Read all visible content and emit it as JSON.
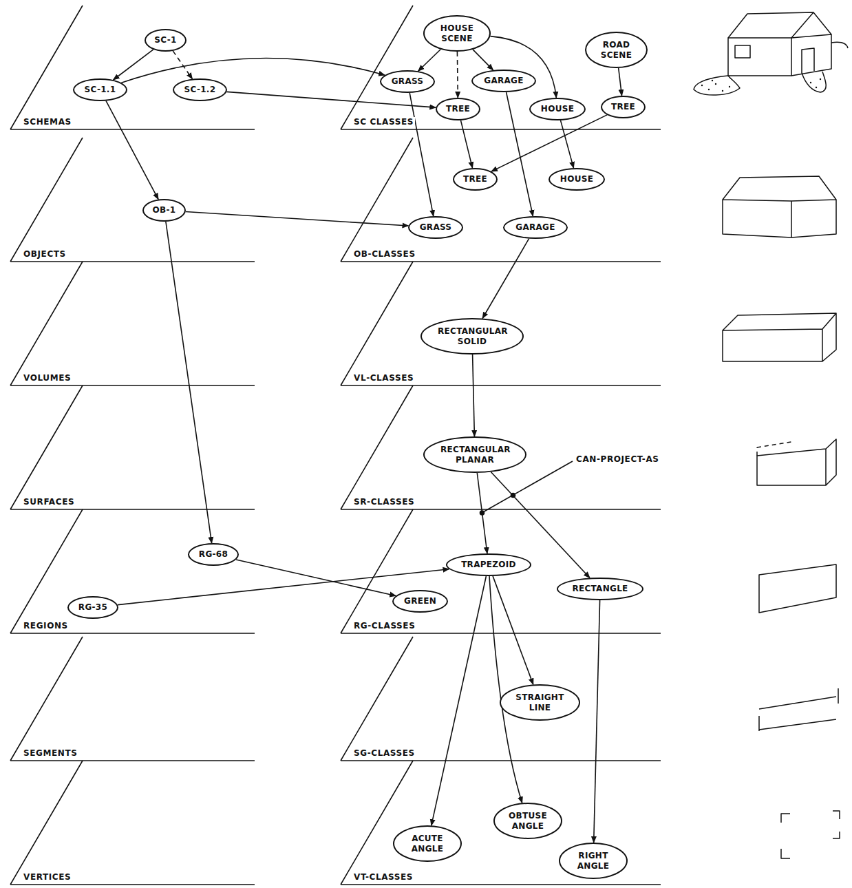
{
  "diagram": {
    "nodes": [
      {
        "text": [
          "SC-1"
        ]
      },
      {
        "text": [
          "SC-1.1"
        ]
      },
      {
        "text": [
          "SC-1.2"
        ]
      },
      {
        "text": [
          "HOUSE SCENE"
        ]
      },
      {
        "text": [
          "ROAD SCENE"
        ]
      },
      {
        "text": [
          "GRASS"
        ]
      },
      {
        "text": [
          "GARAGE"
        ]
      },
      {
        "text": [
          "TREE"
        ]
      },
      {
        "text": [
          "HOUSE"
        ]
      },
      {
        "text": [
          "TREE"
        ]
      },
      {
        "text": [
          "TREE"
        ]
      },
      {
        "text": [
          "HOUSE"
        ]
      },
      {
        "text": [
          "OB-1"
        ]
      },
      {
        "text": [
          "GRASS"
        ]
      },
      {
        "text": [
          "GARAGE"
        ]
      },
      {
        "text": [
          "RECTANGULAR SOLID"
        ]
      },
      {
        "text": [
          "RECTANGULAR PLANAR"
        ]
      },
      {
        "text": [
          "RG-68"
        ]
      },
      {
        "text": [
          "TRAPEZOID"
        ]
      },
      {
        "text": [
          "RECTANGLE"
        ]
      },
      {
        "text": [
          "RG-35"
        ]
      },
      {
        "text": [
          "GREEN"
        ]
      },
      {
        "text": [
          "STRAIGHT LINE"
        ]
      },
      {
        "text": [
          "OBTUSE ANGLE"
        ]
      },
      {
        "text": [
          "ACUTE ANGLE"
        ]
      },
      {
        "text": [
          "RIGHT ANGLE"
        ]
      }
    ],
    "edges": [
      {
        "from": 0,
        "to": 1,
        "arrow": "to"
      },
      {
        "from": 0,
        "to": 2,
        "arrow": "to"
      },
      {
        "from": 1,
        "to": 5,
        "arrow": "to"
      },
      {
        "from": 2,
        "to": 7,
        "arrow": "to"
      },
      {
        "from": 1,
        "to": 12,
        "arrow": "to"
      },
      {
        "from": 3,
        "to": 5,
        "arrow": "to"
      },
      {
        "from": 3,
        "to": 7,
        "arrow": "to"
      },
      {
        "from": 3,
        "to": 6,
        "arrow": "to"
      },
      {
        "from": 3,
        "to": 8,
        "arrow": "to"
      },
      {
        "from": 4,
        "to": 9,
        "arrow": "to"
      },
      {
        "from": 7,
        "to": 10,
        "arrow": "to"
      },
      {
        "from": 9,
        "to": 10,
        "arrow": "to"
      },
      {
        "from": 8,
        "to": 11,
        "arrow": "to"
      },
      {
        "from": 6,
        "to": 14,
        "arrow": "to"
      },
      {
        "from": 5,
        "to": 13,
        "arrow": "to"
      },
      {
        "from": 12,
        "to": 13,
        "arrow": "to"
      },
      {
        "from": 12,
        "to": 17,
        "arrow": "to"
      },
      {
        "from": 14,
        "to": 15,
        "arrow": "to"
      },
      {
        "from": 15,
        "to": 16,
        "arrow": "to"
      },
      {
        "from": 16,
        "to": 18,
        "arrow": "to"
      },
      {
        "from": 16,
        "to": 19,
        "arrow": "to"
      },
      {
        "from": 17,
        "to": 21,
        "arrow": "to"
      },
      {
        "from": 20,
        "to": 18,
        "arrow": "to"
      },
      {
        "from": 18,
        "to": 24,
        "arrow": "to"
      },
      {
        "from": 18,
        "to": 22,
        "arrow": "to"
      },
      {
        "from": 18,
        "to": 23,
        "arrow": "to"
      },
      {
        "from": 19,
        "to": 25,
        "arrow": "to"
      }
    ],
    "labels": [
      "SCHEMAS",
      "SC CLASSES",
      "OBJECTS",
      "OB-CLASSES",
      "VOLUMES",
      "VL-CLASSES",
      "SURFACES",
      "SR-CLASSES",
      "REGIONS",
      "RG-CLASSES",
      "SEGMENTS",
      "SG-CLASSES",
      "VERTICES",
      "VT-CLASSES",
      "CAN-PROJECT-AS"
    ]
  }
}
